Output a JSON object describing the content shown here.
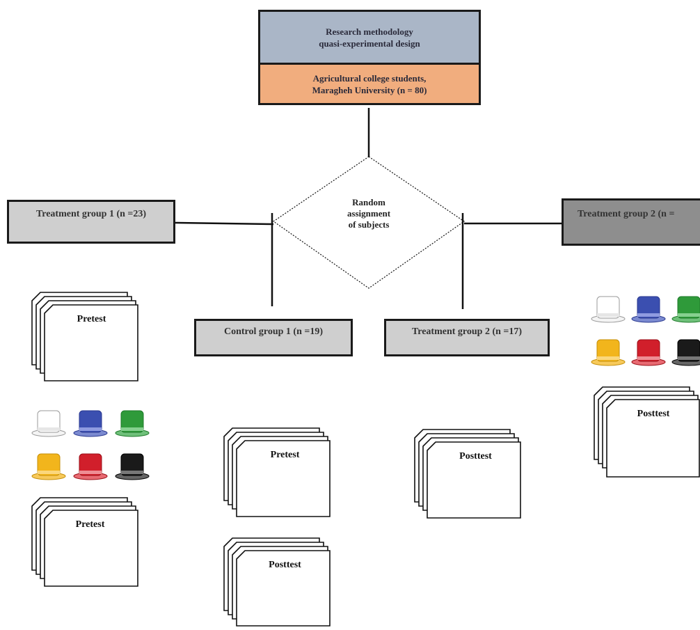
{
  "header": {
    "methodology_line1": "Research methodology",
    "methodology_line2": "quasi-experimental design",
    "population_line1": "Agricultural college students,",
    "population_line2": "Maragheh University (n = 80)"
  },
  "decision": {
    "line1": "Random",
    "line2": "assignment",
    "line3": "of subjects"
  },
  "groups": {
    "treatment1": "Treatment group 1 (n =23)",
    "treatment2_top": "Treatment group 2 (n =",
    "control1": "Control group 1 (n =19)",
    "treatment2_mid": "Treatment group 2 (n =17)"
  },
  "docs": {
    "pretest": "Pretest",
    "posttest": "Posttest"
  },
  "hats": [
    "white-hat",
    "blue-hat",
    "green-hat",
    "yellow-hat",
    "red-hat",
    "black-hat"
  ],
  "colors": {
    "header_top": "#aab6c7",
    "header_bottom": "#f1ad7e",
    "group_light": "#cfcfcf",
    "group_dark": "#8e8e8e",
    "hat_white": "#ffffff",
    "hat_blue": "#3b4fb0",
    "hat_green": "#2f9a3a",
    "hat_yellow": "#f2b51c",
    "hat_red": "#d11f2b",
    "hat_black": "#1a1a1a"
  }
}
